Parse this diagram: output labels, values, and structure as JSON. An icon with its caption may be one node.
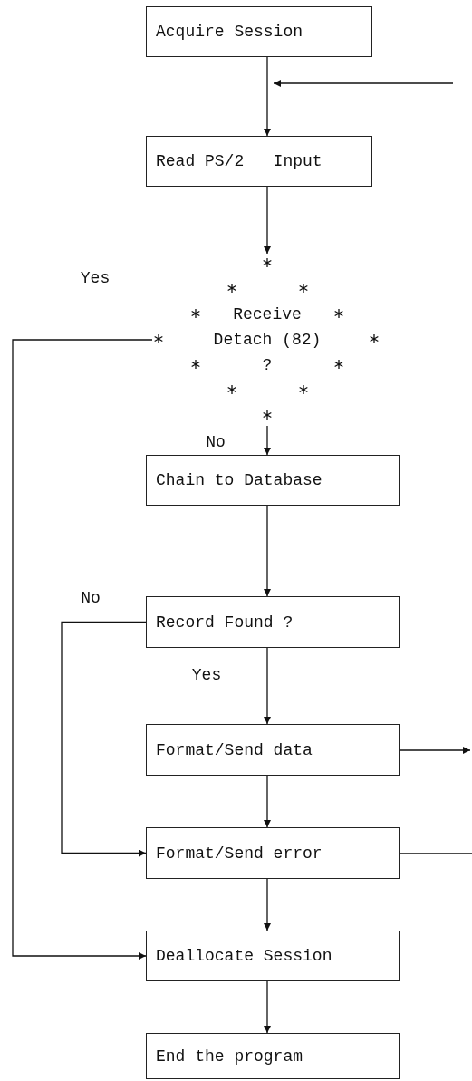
{
  "diagram": {
    "nodes": [
      {
        "text": [
          "Acquire Session"
        ]
      },
      {
        "text": [
          "Read PS/2   Input"
        ]
      },
      {
        "text": [
          "Receive Detach (82) ?"
        ]
      },
      {
        "text": [
          "Chain to Database"
        ]
      },
      {
        "text": [
          "Record Found ?"
        ]
      },
      {
        "text": [
          "Format/Send data"
        ]
      },
      {
        "text": [
          "Format/Send error"
        ]
      },
      {
        "text": [
          "Deallocate Session"
        ]
      },
      {
        "text": [
          "End the program"
        ]
      }
    ],
    "edges": [
      {
        "from": 0,
        "to": 1,
        "arrow": "to"
      },
      {
        "from": null,
        "to": 1,
        "arrow": "to"
      },
      {
        "from": 1,
        "to": 2,
        "arrow": "to"
      },
      {
        "from": 2,
        "to": 7,
        "arrow": "to",
        "label": "Yes"
      },
      {
        "from": 2,
        "to": 3,
        "arrow": "to",
        "label": "No"
      },
      {
        "from": 3,
        "to": 4,
        "arrow": "to"
      },
      {
        "from": 4,
        "to": 6,
        "arrow": "to",
        "label": "No"
      },
      {
        "from": 4,
        "to": 5,
        "arrow": "to",
        "label": "Yes"
      },
      {
        "from": 5,
        "to": null,
        "arrow": "to"
      },
      {
        "from": 5,
        "to": 6,
        "arrow": "to"
      },
      {
        "from": 6,
        "to": null,
        "arrow": "none"
      },
      {
        "from": 6,
        "to": 7,
        "arrow": "to"
      },
      {
        "from": 7,
        "to": 8,
        "arrow": "to"
      }
    ]
  }
}
